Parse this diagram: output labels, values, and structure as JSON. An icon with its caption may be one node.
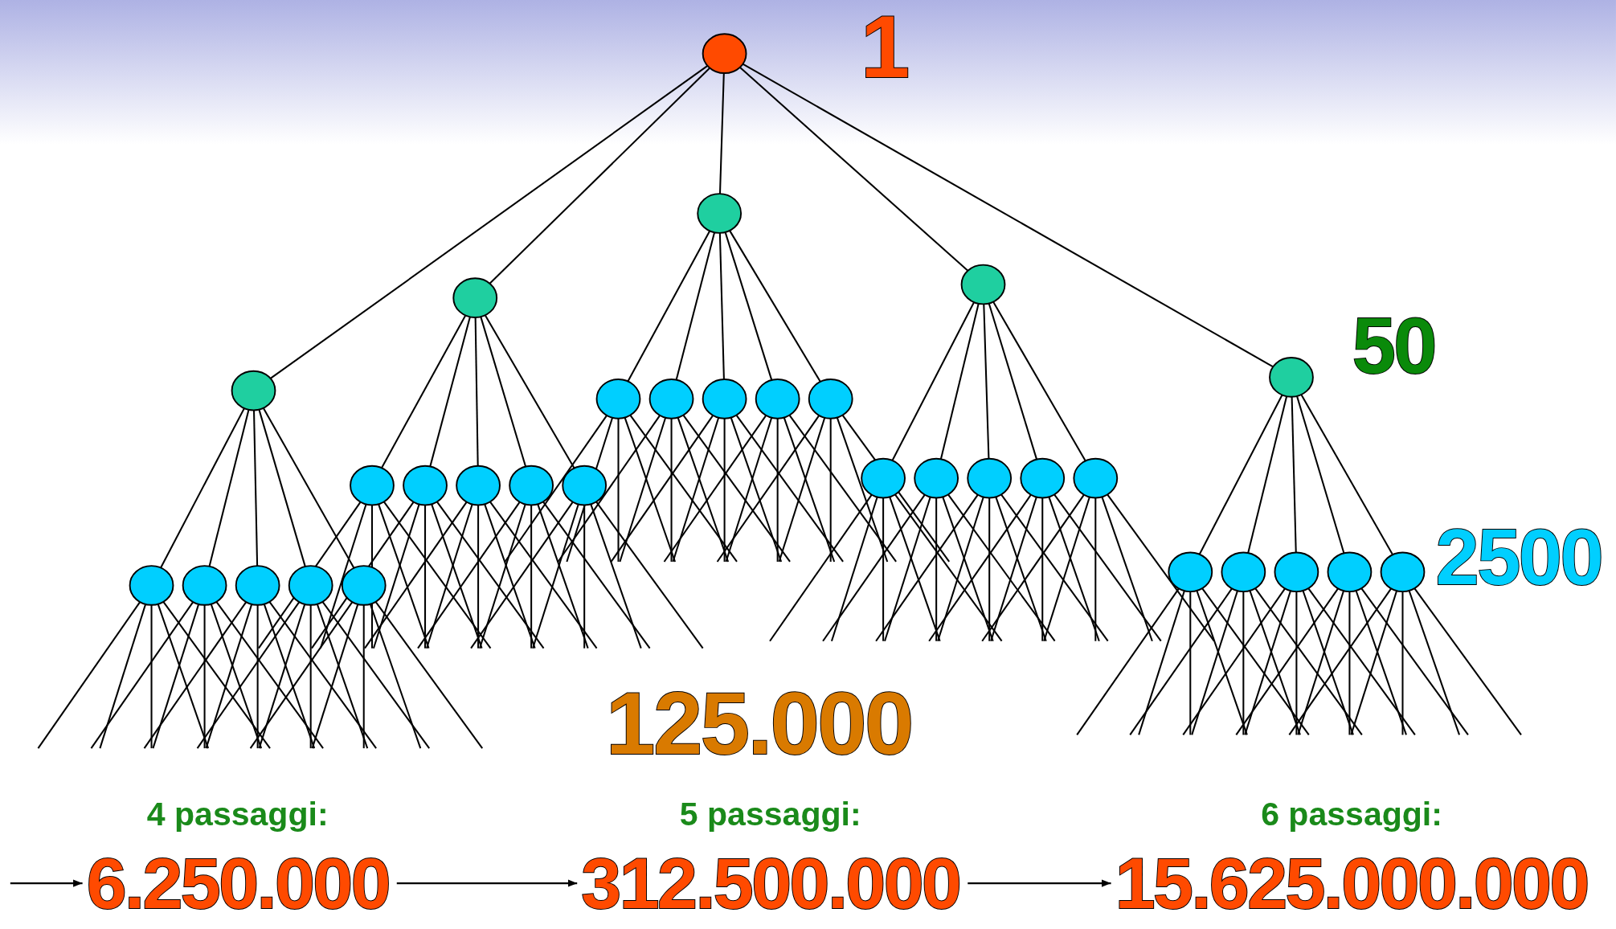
{
  "diagram": {
    "nodes": [
      {
        "text": [],
        "shape": "circle"
      },
      {
        "text": [],
        "shape": "circle"
      },
      {
        "text": [],
        "shape": "circle"
      },
      {
        "text": [],
        "shape": "circle"
      },
      {
        "text": [],
        "shape": "circle"
      },
      {
        "text": [],
        "shape": "circle"
      },
      {
        "text": [],
        "shape": "circle"
      },
      {
        "text": [],
        "shape": "circle"
      },
      {
        "text": [],
        "shape": "circle"
      },
      {
        "text": [],
        "shape": "circle"
      },
      {
        "text": [],
        "shape": "circle"
      },
      {
        "text": [],
        "shape": "circle"
      },
      {
        "text": [],
        "shape": "circle"
      },
      {
        "text": [],
        "shape": "circle"
      },
      {
        "text": [],
        "shape": "circle"
      },
      {
        "text": [],
        "shape": "circle"
      },
      {
        "text": [],
        "shape": "circle"
      },
      {
        "text": [],
        "shape": "circle"
      },
      {
        "text": [],
        "shape": "circle"
      },
      {
        "text": [],
        "shape": "circle"
      },
      {
        "text": [],
        "shape": "circle"
      },
      {
        "text": [],
        "shape": "circle"
      },
      {
        "text": [],
        "shape": "circle"
      },
      {
        "text": [],
        "shape": "circle"
      },
      {
        "text": [],
        "shape": "circle"
      },
      {
        "text": [],
        "shape": "circle"
      },
      {
        "text": [],
        "shape": "circle"
      },
      {
        "text": [],
        "shape": "circle"
      },
      {
        "text": [],
        "shape": "circle"
      },
      {
        "text": [],
        "shape": "circle"
      },
      {
        "text": [],
        "shape": "circle"
      },
      {
        "text": [
          "6.250.000"
        ],
        "beside": [
          "4 passaggi:"
        ]
      },
      {
        "text": [
          "312.500.000"
        ],
        "beside": [
          "5 passaggi:"
        ]
      },
      {
        "text": [
          "15.625.000.000"
        ],
        "beside": [
          "6 passaggi:"
        ]
      }
    ],
    "edges": [
      {
        "from": 0,
        "to": 1,
        "arrow": "none"
      },
      {
        "from": 0,
        "to": 2,
        "arrow": "none"
      },
      {
        "from": 0,
        "to": 3,
        "arrow": "none"
      },
      {
        "from": 0,
        "to": 4,
        "arrow": "none"
      },
      {
        "from": 0,
        "to": 5,
        "arrow": "none"
      },
      {
        "from": 1,
        "to": 6,
        "arrow": "none"
      },
      {
        "from": 1,
        "to": 7,
        "arrow": "none"
      },
      {
        "from": 1,
        "to": 8,
        "arrow": "none"
      },
      {
        "from": 1,
        "to": 9,
        "arrow": "none"
      },
      {
        "from": 1,
        "to": 10,
        "arrow": "none"
      },
      {
        "from": 2,
        "to": 11,
        "arrow": "none"
      },
      {
        "from": 2,
        "to": 12,
        "arrow": "none"
      },
      {
        "from": 2,
        "to": 13,
        "arrow": "none"
      },
      {
        "from": 2,
        "to": 14,
        "arrow": "none"
      },
      {
        "from": 2,
        "to": 15,
        "arrow": "none"
      },
      {
        "from": 3,
        "to": 16,
        "arrow": "none"
      },
      {
        "from": 3,
        "to": 17,
        "arrow": "none"
      },
      {
        "from": 3,
        "to": 18,
        "arrow": "none"
      },
      {
        "from": 3,
        "to": 19,
        "arrow": "none"
      },
      {
        "from": 3,
        "to": 20,
        "arrow": "none"
      },
      {
        "from": 4,
        "to": 21,
        "arrow": "none"
      },
      {
        "from": 4,
        "to": 22,
        "arrow": "none"
      },
      {
        "from": 4,
        "to": 23,
        "arrow": "none"
      },
      {
        "from": 4,
        "to": 24,
        "arrow": "none"
      },
      {
        "from": 4,
        "to": 25,
        "arrow": "none"
      },
      {
        "from": 5,
        "to": 26,
        "arrow": "none"
      },
      {
        "from": 5,
        "to": 27,
        "arrow": "none"
      },
      {
        "from": 5,
        "to": 28,
        "arrow": "none"
      },
      {
        "from": 5,
        "to": 29,
        "arrow": "none"
      },
      {
        "from": 5,
        "to": 30,
        "arrow": "none"
      },
      {
        "from": 6,
        "to": null,
        "arrow": "none"
      },
      {
        "from": 6,
        "to": null,
        "arrow": "none"
      },
      {
        "from": 6,
        "to": null,
        "arrow": "none"
      },
      {
        "from": 6,
        "to": null,
        "arrow": "none"
      },
      {
        "from": 6,
        "to": null,
        "arrow": "none"
      },
      {
        "from": 7,
        "to": null,
        "arrow": "none"
      },
      {
        "from": 7,
        "to": null,
        "arrow": "none"
      },
      {
        "from": 7,
        "to": null,
        "arrow": "none"
      },
      {
        "from": 7,
        "to": null,
        "arrow": "none"
      },
      {
        "from": 7,
        "to": null,
        "arrow": "none"
      },
      {
        "from": 8,
        "to": null,
        "arrow": "none"
      },
      {
        "from": 8,
        "to": null,
        "arrow": "none"
      },
      {
        "from": 8,
        "to": null,
        "arrow": "none"
      },
      {
        "from": 8,
        "to": null,
        "arrow": "none"
      },
      {
        "from": 8,
        "to": null,
        "arrow": "none"
      },
      {
        "from": 9,
        "to": null,
        "arrow": "none"
      },
      {
        "from": 9,
        "to": null,
        "arrow": "none"
      },
      {
        "from": 9,
        "to": null,
        "arrow": "none"
      },
      {
        "from": 9,
        "to": null,
        "arrow": "none"
      },
      {
        "from": 9,
        "to": null,
        "arrow": "none"
      },
      {
        "from": 10,
        "to": null,
        "arrow": "none"
      },
      {
        "from": 10,
        "to": null,
        "arrow": "none"
      },
      {
        "from": 10,
        "to": null,
        "arrow": "none"
      },
      {
        "from": 10,
        "to": null,
        "arrow": "none"
      },
      {
        "from": 10,
        "to": null,
        "arrow": "none"
      },
      {
        "from": 11,
        "to": null,
        "arrow": "none"
      },
      {
        "from": 11,
        "to": null,
        "arrow": "none"
      },
      {
        "from": 11,
        "to": null,
        "arrow": "none"
      },
      {
        "from": 11,
        "to": null,
        "arrow": "none"
      },
      {
        "from": 11,
        "to": null,
        "arrow": "none"
      },
      {
        "from": 12,
        "to": null,
        "arrow": "none"
      },
      {
        "from": 12,
        "to": null,
        "arrow": "none"
      },
      {
        "from": 12,
        "to": null,
        "arrow": "none"
      },
      {
        "from": 12,
        "to": null,
        "arrow": "none"
      },
      {
        "from": 12,
        "to": null,
        "arrow": "none"
      },
      {
        "from": 13,
        "to": null,
        "arrow": "none"
      },
      {
        "from": 13,
        "to": null,
        "arrow": "none"
      },
      {
        "from": 13,
        "to": null,
        "arrow": "none"
      },
      {
        "from": 13,
        "to": null,
        "arrow": "none"
      },
      {
        "from": 13,
        "to": null,
        "arrow": "none"
      },
      {
        "from": 14,
        "to": null,
        "arrow": "none"
      },
      {
        "from": 14,
        "to": null,
        "arrow": "none"
      },
      {
        "from": 14,
        "to": null,
        "arrow": "none"
      },
      {
        "from": 14,
        "to": null,
        "arrow": "none"
      },
      {
        "from": 14,
        "to": null,
        "arrow": "none"
      },
      {
        "from": 15,
        "to": null,
        "arrow": "none"
      },
      {
        "from": 15,
        "to": null,
        "arrow": "none"
      },
      {
        "from": 15,
        "to": null,
        "arrow": "none"
      },
      {
        "from": 15,
        "to": null,
        "arrow": "none"
      },
      {
        "from": 15,
        "to": null,
        "arrow": "none"
      },
      {
        "from": 16,
        "to": null,
        "arrow": "none"
      },
      {
        "from": 16,
        "to": null,
        "arrow": "none"
      },
      {
        "from": 16,
        "to": null,
        "arrow": "none"
      },
      {
        "from": 16,
        "to": null,
        "arrow": "none"
      },
      {
        "from": 16,
        "to": null,
        "arrow": "none"
      },
      {
        "from": 17,
        "to": null,
        "arrow": "none"
      },
      {
        "from": 17,
        "to": null,
        "arrow": "none"
      },
      {
        "from": 17,
        "to": null,
        "arrow": "none"
      },
      {
        "from": 17,
        "to": null,
        "arrow": "none"
      },
      {
        "from": 17,
        "to": null,
        "arrow": "none"
      },
      {
        "from": 18,
        "to": null,
        "arrow": "none"
      },
      {
        "from": 18,
        "to": null,
        "arrow": "none"
      },
      {
        "from": 18,
        "to": null,
        "arrow": "none"
      },
      {
        "from": 18,
        "to": null,
        "arrow": "none"
      },
      {
        "from": 18,
        "to": null,
        "arrow": "none"
      },
      {
        "from": 19,
        "to": null,
        "arrow": "none"
      },
      {
        "from": 19,
        "to": null,
        "arrow": "none"
      },
      {
        "from": 19,
        "to": null,
        "arrow": "none"
      },
      {
        "from": 19,
        "to": null,
        "arrow": "none"
      },
      {
        "from": 19,
        "to": null,
        "arrow": "none"
      },
      {
        "from": 20,
        "to": null,
        "arrow": "none"
      },
      {
        "from": 20,
        "to": null,
        "arrow": "none"
      },
      {
        "from": 20,
        "to": null,
        "arrow": "none"
      },
      {
        "from": 20,
        "to": null,
        "arrow": "none"
      },
      {
        "from": 20,
        "to": null,
        "arrow": "none"
      },
      {
        "from": 21,
        "to": null,
        "arrow": "none"
      },
      {
        "from": 21,
        "to": null,
        "arrow": "none"
      },
      {
        "from": 21,
        "to": null,
        "arrow": "none"
      },
      {
        "from": 21,
        "to": null,
        "arrow": "none"
      },
      {
        "from": 21,
        "to": null,
        "arrow": "none"
      },
      {
        "from": 22,
        "to": null,
        "arrow": "none"
      },
      {
        "from": 22,
        "to": null,
        "arrow": "none"
      },
      {
        "from": 22,
        "to": null,
        "arrow": "none"
      },
      {
        "from": 22,
        "to": null,
        "arrow": "none"
      },
      {
        "from": 22,
        "to": null,
        "arrow": "none"
      },
      {
        "from": 23,
        "to": null,
        "arrow": "none"
      },
      {
        "from": 23,
        "to": null,
        "arrow": "none"
      },
      {
        "from": 23,
        "to": null,
        "arrow": "none"
      },
      {
        "from": 23,
        "to": null,
        "arrow": "none"
      },
      {
        "from": 23,
        "to": null,
        "arrow": "none"
      },
      {
        "from": 24,
        "to": null,
        "arrow": "none"
      },
      {
        "from": 24,
        "to": null,
        "arrow": "none"
      },
      {
        "from": 24,
        "to": null,
        "arrow": "none"
      },
      {
        "from": 24,
        "to": null,
        "arrow": "none"
      },
      {
        "from": 24,
        "to": null,
        "arrow": "none"
      },
      {
        "from": 25,
        "to": null,
        "arrow": "none"
      },
      {
        "from": 25,
        "to": null,
        "arrow": "none"
      },
      {
        "from": 25,
        "to": null,
        "arrow": "none"
      },
      {
        "from": 25,
        "to": null,
        "arrow": "none"
      },
      {
        "from": 25,
        "to": null,
        "arrow": "none"
      },
      {
        "from": 26,
        "to": null,
        "arrow": "none"
      },
      {
        "from": 26,
        "to": null,
        "arrow": "none"
      },
      {
        "from": 26,
        "to": null,
        "arrow": "none"
      },
      {
        "from": 26,
        "to": null,
        "arrow": "none"
      },
      {
        "from": 26,
        "to": null,
        "arrow": "none"
      },
      {
        "from": 27,
        "to": null,
        "arrow": "none"
      },
      {
        "from": 27,
        "to": null,
        "arrow": "none"
      },
      {
        "from": 27,
        "to": null,
        "arrow": "none"
      },
      {
        "from": 27,
        "to": null,
        "arrow": "none"
      },
      {
        "from": 27,
        "to": null,
        "arrow": "none"
      },
      {
        "from": 28,
        "to": null,
        "arrow": "none"
      },
      {
        "from": 28,
        "to": null,
        "arrow": "none"
      },
      {
        "from": 28,
        "to": null,
        "arrow": "none"
      },
      {
        "from": 28,
        "to": null,
        "arrow": "none"
      },
      {
        "from": 28,
        "to": null,
        "arrow": "none"
      },
      {
        "from": 29,
        "to": null,
        "arrow": "none"
      },
      {
        "from": 29,
        "to": null,
        "arrow": "none"
      },
      {
        "from": 29,
        "to": null,
        "arrow": "none"
      },
      {
        "from": 29,
        "to": null,
        "arrow": "none"
      },
      {
        "from": 29,
        "to": null,
        "arrow": "none"
      },
      {
        "from": 30,
        "to": null,
        "arrow": "none"
      },
      {
        "from": 30,
        "to": null,
        "arrow": "none"
      },
      {
        "from": 30,
        "to": null,
        "arrow": "none"
      },
      {
        "from": 30,
        "to": null,
        "arrow": "none"
      },
      {
        "from": 30,
        "to": null,
        "arrow": "none"
      },
      {
        "from": null,
        "to": 31,
        "arrow": "to"
      },
      {
        "from": 31,
        "to": 32,
        "arrow": "to"
      },
      {
        "from": 32,
        "to": 33,
        "arrow": "to"
      }
    ],
    "labels": [
      "1",
      "50",
      "2500",
      "125.000"
    ]
  }
}
